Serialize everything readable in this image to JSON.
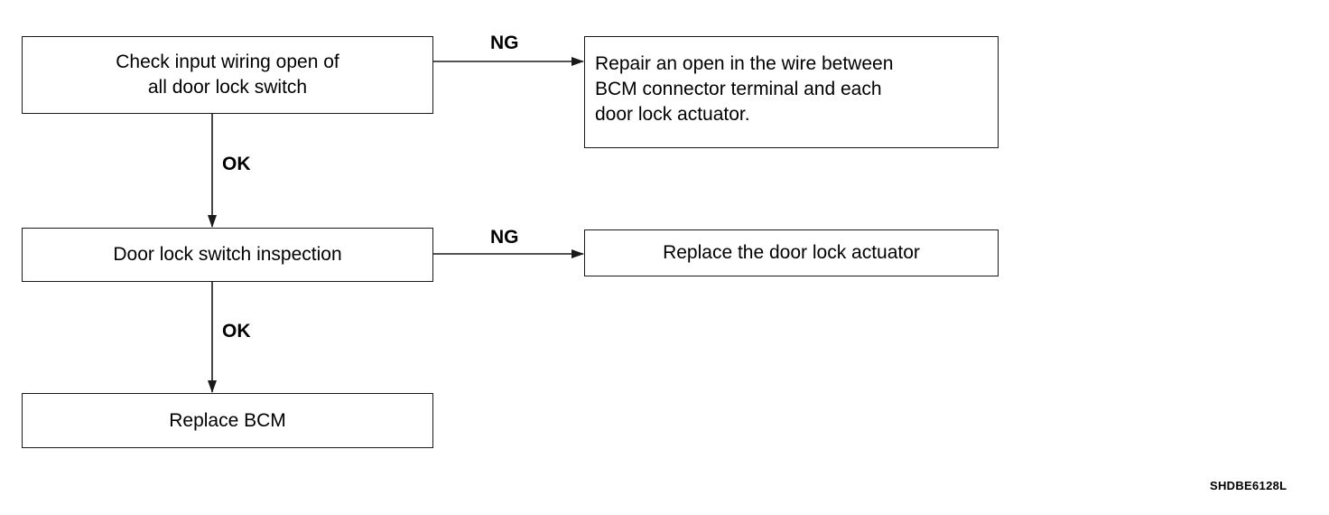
{
  "diagram": {
    "steps": [
      {
        "lines": [
          "Check input wiring open of",
          "all door lock switch"
        ]
      },
      {
        "lines": [
          "Door lock switch inspection"
        ]
      },
      {
        "lines": [
          "Replace BCM"
        ]
      }
    ],
    "outcomes": [
      {
        "lines": [
          "Repair an open in the wire between",
          "BCM connector terminal and each",
          "door lock actuator."
        ]
      },
      {
        "lines": [
          "Replace the door lock actuator"
        ]
      }
    ],
    "edge_labels": {
      "ng_1": "NG",
      "ok_1": "OK",
      "ng_2": "NG",
      "ok_2": "OK"
    },
    "figure_code": "SHDBE6128L"
  },
  "colors": {
    "line": "#1a1a1a",
    "background": "#ffffff",
    "text": "#000000"
  }
}
